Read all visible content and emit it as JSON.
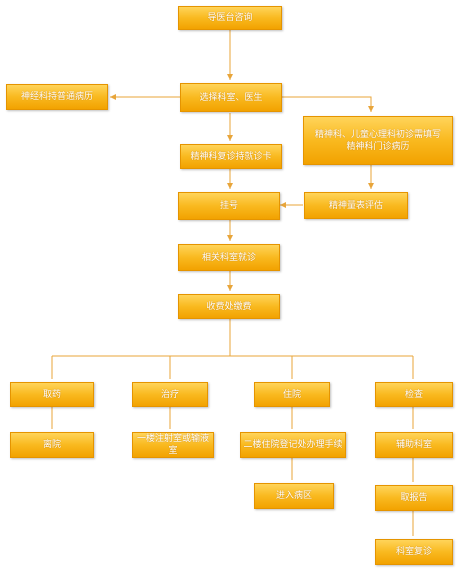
{
  "nodes": {
    "consult": "导医台咨询",
    "select": "选择科室、医生",
    "neuro_record": "神经科持普通病历",
    "psych_record_line1": "精神科、儿童心理科初诊需填写",
    "psych_record_line2": "精神科门诊病历",
    "revisit_card": "精神科复诊持就诊卡",
    "scale": "精神量表评估",
    "register": "挂号",
    "dept_visit": "相关科室就诊",
    "pay": "收费处缴费",
    "medicine": "取药",
    "treatment": "治疗",
    "hospitalize": "住院",
    "exam": "检查",
    "leave": "离院",
    "injection_room": "一楼注射室或输液室",
    "admission_office": "二楼住院登记处办理手续",
    "ward": "进入病区",
    "aux_dept": "辅助科室",
    "report": "取报告",
    "revisit": "科室复诊"
  },
  "colors": {
    "box_fill": "#f7b21a",
    "line": "#e8a53a"
  }
}
